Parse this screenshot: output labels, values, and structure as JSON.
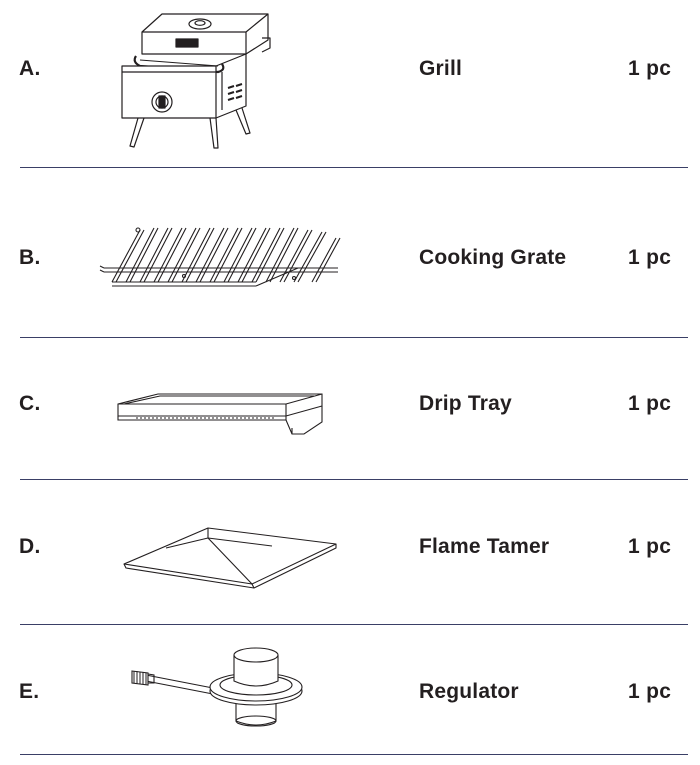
{
  "parts": [
    {
      "letter": "A.",
      "name": "Grill",
      "quantity": "1 pc",
      "icon": "grill-icon"
    },
    {
      "letter": "B.",
      "name": "Cooking Grate",
      "quantity": "1 pc",
      "icon": "cooking-grate-icon"
    },
    {
      "letter": "C.",
      "name": "Drip Tray",
      "quantity": "1 pc",
      "icon": "drip-tray-icon"
    },
    {
      "letter": "D.",
      "name": "Flame Tamer",
      "quantity": "1 pc",
      "icon": "flame-tamer-icon"
    },
    {
      "letter": "E.",
      "name": "Regulator",
      "quantity": "1 pc",
      "icon": "regulator-icon"
    }
  ],
  "colors": {
    "text": "#231f20",
    "rule": "#3a3f66",
    "line_art": "#231f20"
  }
}
